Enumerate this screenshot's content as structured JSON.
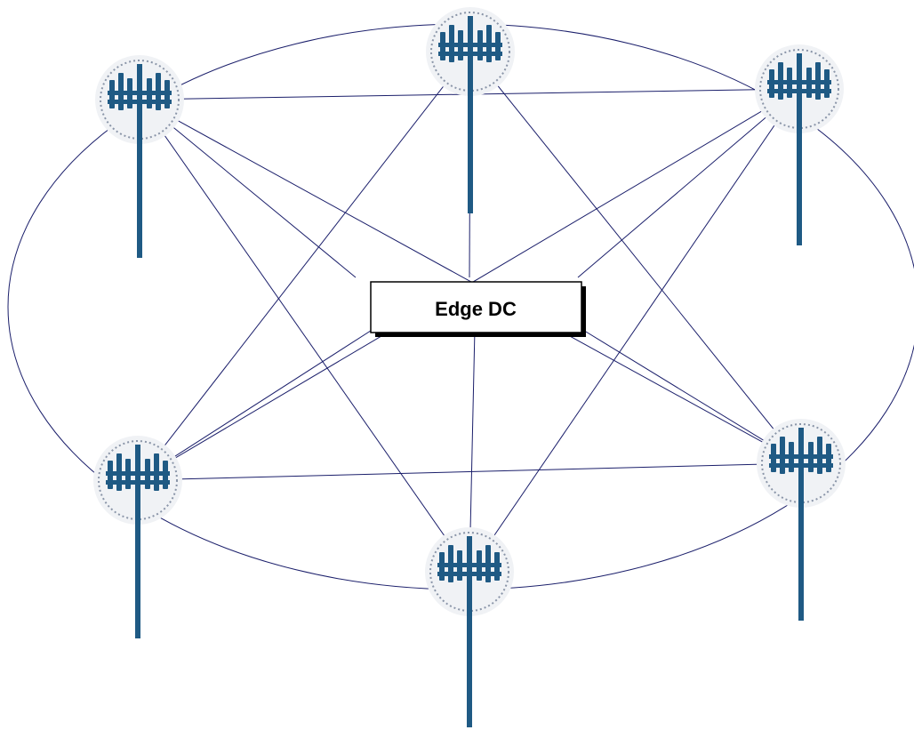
{
  "diagram": {
    "center": {
      "label": "Edge DC"
    },
    "colors": {
      "line": "#1b1f6b",
      "tower": "#1f5a84",
      "halo": "#e8ebef",
      "ring": "#8a95a8",
      "box_border": "#000000",
      "box_shadow": "#000000"
    },
    "nodes": [
      {
        "id": "tower-top-left",
        "icon": "cell-tower-icon"
      },
      {
        "id": "tower-top-center",
        "icon": "cell-tower-icon"
      },
      {
        "id": "tower-top-right",
        "icon": "cell-tower-icon"
      },
      {
        "id": "tower-bottom-left",
        "icon": "cell-tower-icon"
      },
      {
        "id": "tower-bottom-center",
        "icon": "cell-tower-icon"
      },
      {
        "id": "tower-bottom-right",
        "icon": "cell-tower-icon"
      }
    ],
    "links": [
      [
        "tower-top-left",
        "tower-top-right"
      ],
      [
        "tower-top-left",
        "tower-bottom-center"
      ],
      [
        "tower-top-left",
        "tower-bottom-right"
      ],
      [
        "tower-top-left",
        "edge-dc"
      ],
      [
        "tower-top-center",
        "tower-bottom-left"
      ],
      [
        "tower-top-center",
        "tower-bottom-right"
      ],
      [
        "tower-top-center",
        "edge-dc"
      ],
      [
        "tower-top-right",
        "tower-bottom-left"
      ],
      [
        "tower-top-right",
        "tower-bottom-center"
      ],
      [
        "tower-top-right",
        "edge-dc"
      ],
      [
        "tower-bottom-left",
        "tower-bottom-right"
      ],
      [
        "tower-bottom-left",
        "edge-dc"
      ],
      [
        "tower-bottom-center",
        "edge-dc"
      ],
      [
        "tower-bottom-right",
        "edge-dc"
      ]
    ]
  }
}
